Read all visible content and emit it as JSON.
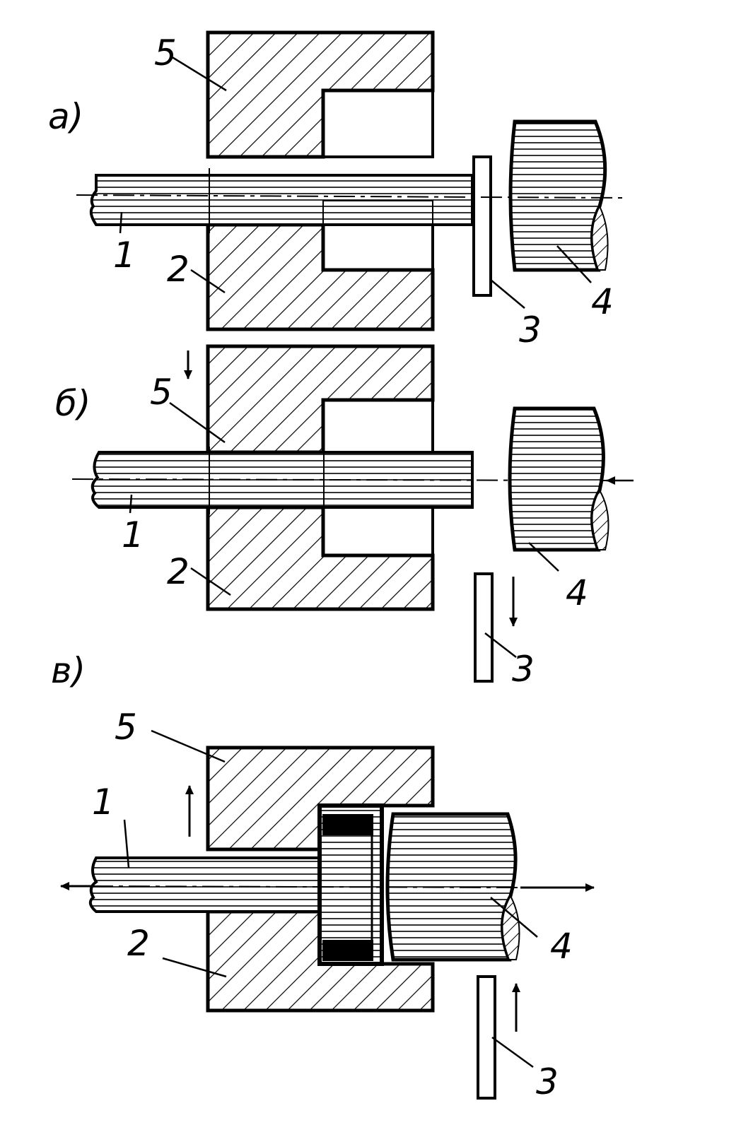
{
  "figure": {
    "panels": [
      {
        "id": "a",
        "tag": "а)",
        "callouts": {
          "c1": "1",
          "c2": "2",
          "c3": "3",
          "c4": "4",
          "c5": "5"
        }
      },
      {
        "id": "b",
        "tag": "б)",
        "callouts": {
          "c1": "1",
          "c2": "2",
          "c3": "3",
          "c4": "4",
          "c5": "5"
        }
      },
      {
        "id": "c",
        "tag": "в)",
        "callouts": {
          "c1": "1",
          "c2": "2",
          "c3": "3",
          "c4": "4",
          "c5": "5"
        }
      }
    ]
  },
  "colors": {
    "ink": "#000000",
    "paper": "#ffffff"
  }
}
